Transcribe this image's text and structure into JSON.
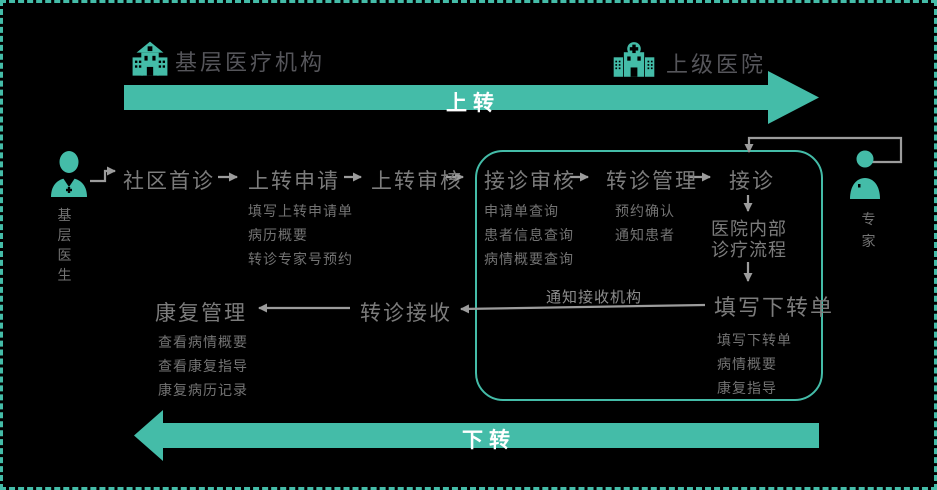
{
  "colors": {
    "teal": "#44bca8",
    "background": "#000000",
    "org_title_text": "#55555a",
    "step_text": "#7c7c7c",
    "sub_text": "#737373",
    "connector_gray": "#9c9c9c",
    "arrow_label_text": "#ffffff"
  },
  "header": {
    "primary_org": {
      "icon": "clinic-building-icon",
      "label": "基层医疗机构"
    },
    "superior_org": {
      "icon": "hospital-building-icon",
      "label": "上级医院"
    }
  },
  "arrows": {
    "up": {
      "label": "上转"
    },
    "down": {
      "label": "下转"
    }
  },
  "actors": {
    "primary_doctor": {
      "icon": "doctor-icon",
      "label": "基层医生"
    },
    "expert": {
      "icon": "expert-icon",
      "label": "专家"
    }
  },
  "flow": {
    "steps": [
      {
        "label": "社区首诊"
      },
      {
        "label": "上转申请",
        "subitems": [
          "填写上转申请单",
          "病历概要",
          "转诊专家号预约"
        ]
      },
      {
        "label": "上转审核"
      },
      {
        "label": "接诊审核",
        "subitems": [
          "申请单查询",
          "患者信息查询",
          "病情概要查询"
        ]
      },
      {
        "label": "转诊管理",
        "subitems": [
          "预约确认",
          "通知患者"
        ]
      },
      {
        "label": "接诊"
      }
    ],
    "hospital_internal": {
      "line1": "医院内部",
      "line2": "诊疗流程"
    },
    "fill_downward_form": {
      "label": "填写下转单",
      "subitems": [
        "填写下转单",
        "病情概要",
        "康复指导"
      ]
    },
    "notify_receiver_label": "通知接收机构",
    "referral_receive": {
      "label": "转诊接收"
    },
    "rehab_management": {
      "label": "康复管理",
      "subitems": [
        "查看病情概要",
        "查看康复指导",
        "康复病历记录"
      ]
    }
  }
}
